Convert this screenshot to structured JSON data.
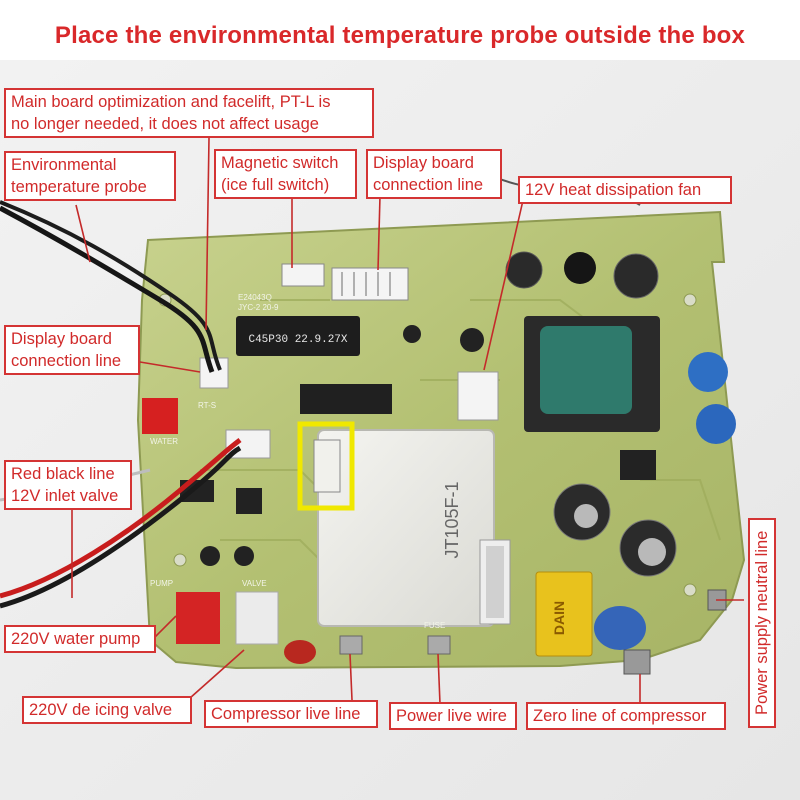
{
  "title": "Place the environmental temperature probe outside the box",
  "labels": {
    "pt_l_note": "Main board optimization and facelift, PT-L is\nno longer needed, it does not affect usage",
    "env_probe": "Environmental\ntemperature probe",
    "magnetic_switch": "Magnetic switch\n(ice full switch)",
    "display_line_top": "Display board\nconnection line",
    "fan": "12V heat dissipation fan",
    "display_line_left": "Display board\nconnection line",
    "inlet_valve": "Red black line\n12V inlet valve",
    "water_pump": "220V water pump",
    "deicing_valve": "220V de icing valve",
    "compressor_live": "Compressor live line",
    "power_live": "Power live wire",
    "compressor_zero": "Zero line of compressor",
    "neutral_line": "Power supply neutral line"
  },
  "board": {
    "ic_marking": "C45P30  22.9.27X",
    "relay_model": "JT105F-1",
    "capacitor_brand": "DAIN",
    "silkscreen_water": "WATER",
    "silkscreen_pump": "PUMP",
    "silkscreen_valve": "VALVE",
    "silkscreen_fuse": "FUSE",
    "silkscreen_rts": "RT-S",
    "code_top": "E24043Q",
    "code_top2": "JYC-2 20-9"
  },
  "colors": {
    "label_border": "#d43434",
    "label_text": "#d12a2a",
    "title": "#d9282a",
    "pcb": "#b7c47a",
    "highlight": "#f0e800"
  }
}
